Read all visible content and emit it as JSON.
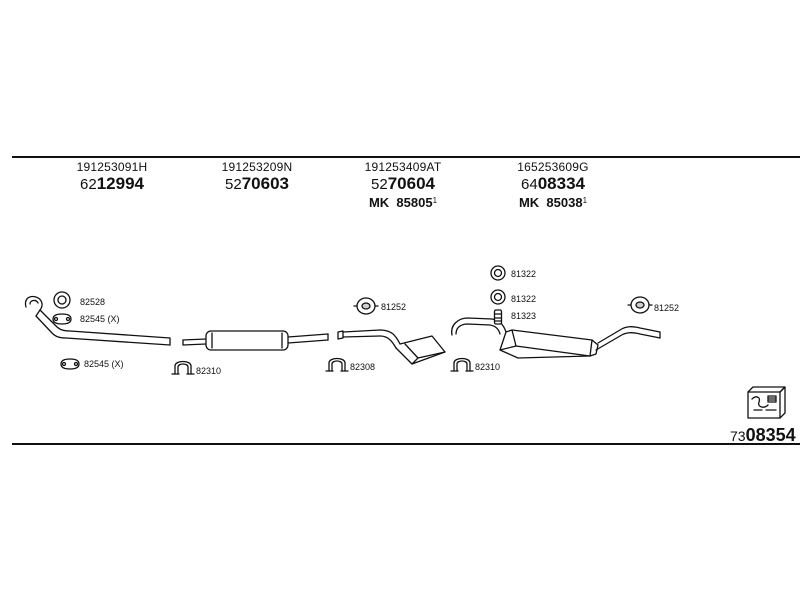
{
  "parts": [
    {
      "oe": "191253091H",
      "art_prefix": "62",
      "art_main": "12994",
      "mk_label": "",
      "mk_number": "",
      "mk_note": ""
    },
    {
      "oe": "191253209N",
      "art_prefix": "52",
      "art_main": "70603",
      "mk_label": "",
      "mk_number": "",
      "mk_note": ""
    },
    {
      "oe": "191253409AT",
      "art_prefix": "52",
      "art_main": "70604",
      "mk_label": "MK",
      "mk_number": "85805",
      "mk_note": "1"
    },
    {
      "oe": "165253609G",
      "art_prefix": "64",
      "art_main": "08334",
      "mk_label": "MK",
      "mk_number": "85038",
      "mk_note": "1"
    }
  ],
  "accessories": [
    {
      "label": "82528"
    },
    {
      "label": "82545 (X)"
    },
    {
      "label": "82545 (X)"
    },
    {
      "label": "82310"
    },
    {
      "label": "81252"
    },
    {
      "label": "82308"
    },
    {
      "label": "82310"
    },
    {
      "label": "81322"
    },
    {
      "label": "81322"
    },
    {
      "label": "81323"
    },
    {
      "label": "81252"
    }
  ],
  "set_number": {
    "prefix": "73",
    "main": "08354"
  },
  "colors": {
    "line": "#111111",
    "fill": "#ffffff",
    "shade": "#cfcfcf"
  }
}
